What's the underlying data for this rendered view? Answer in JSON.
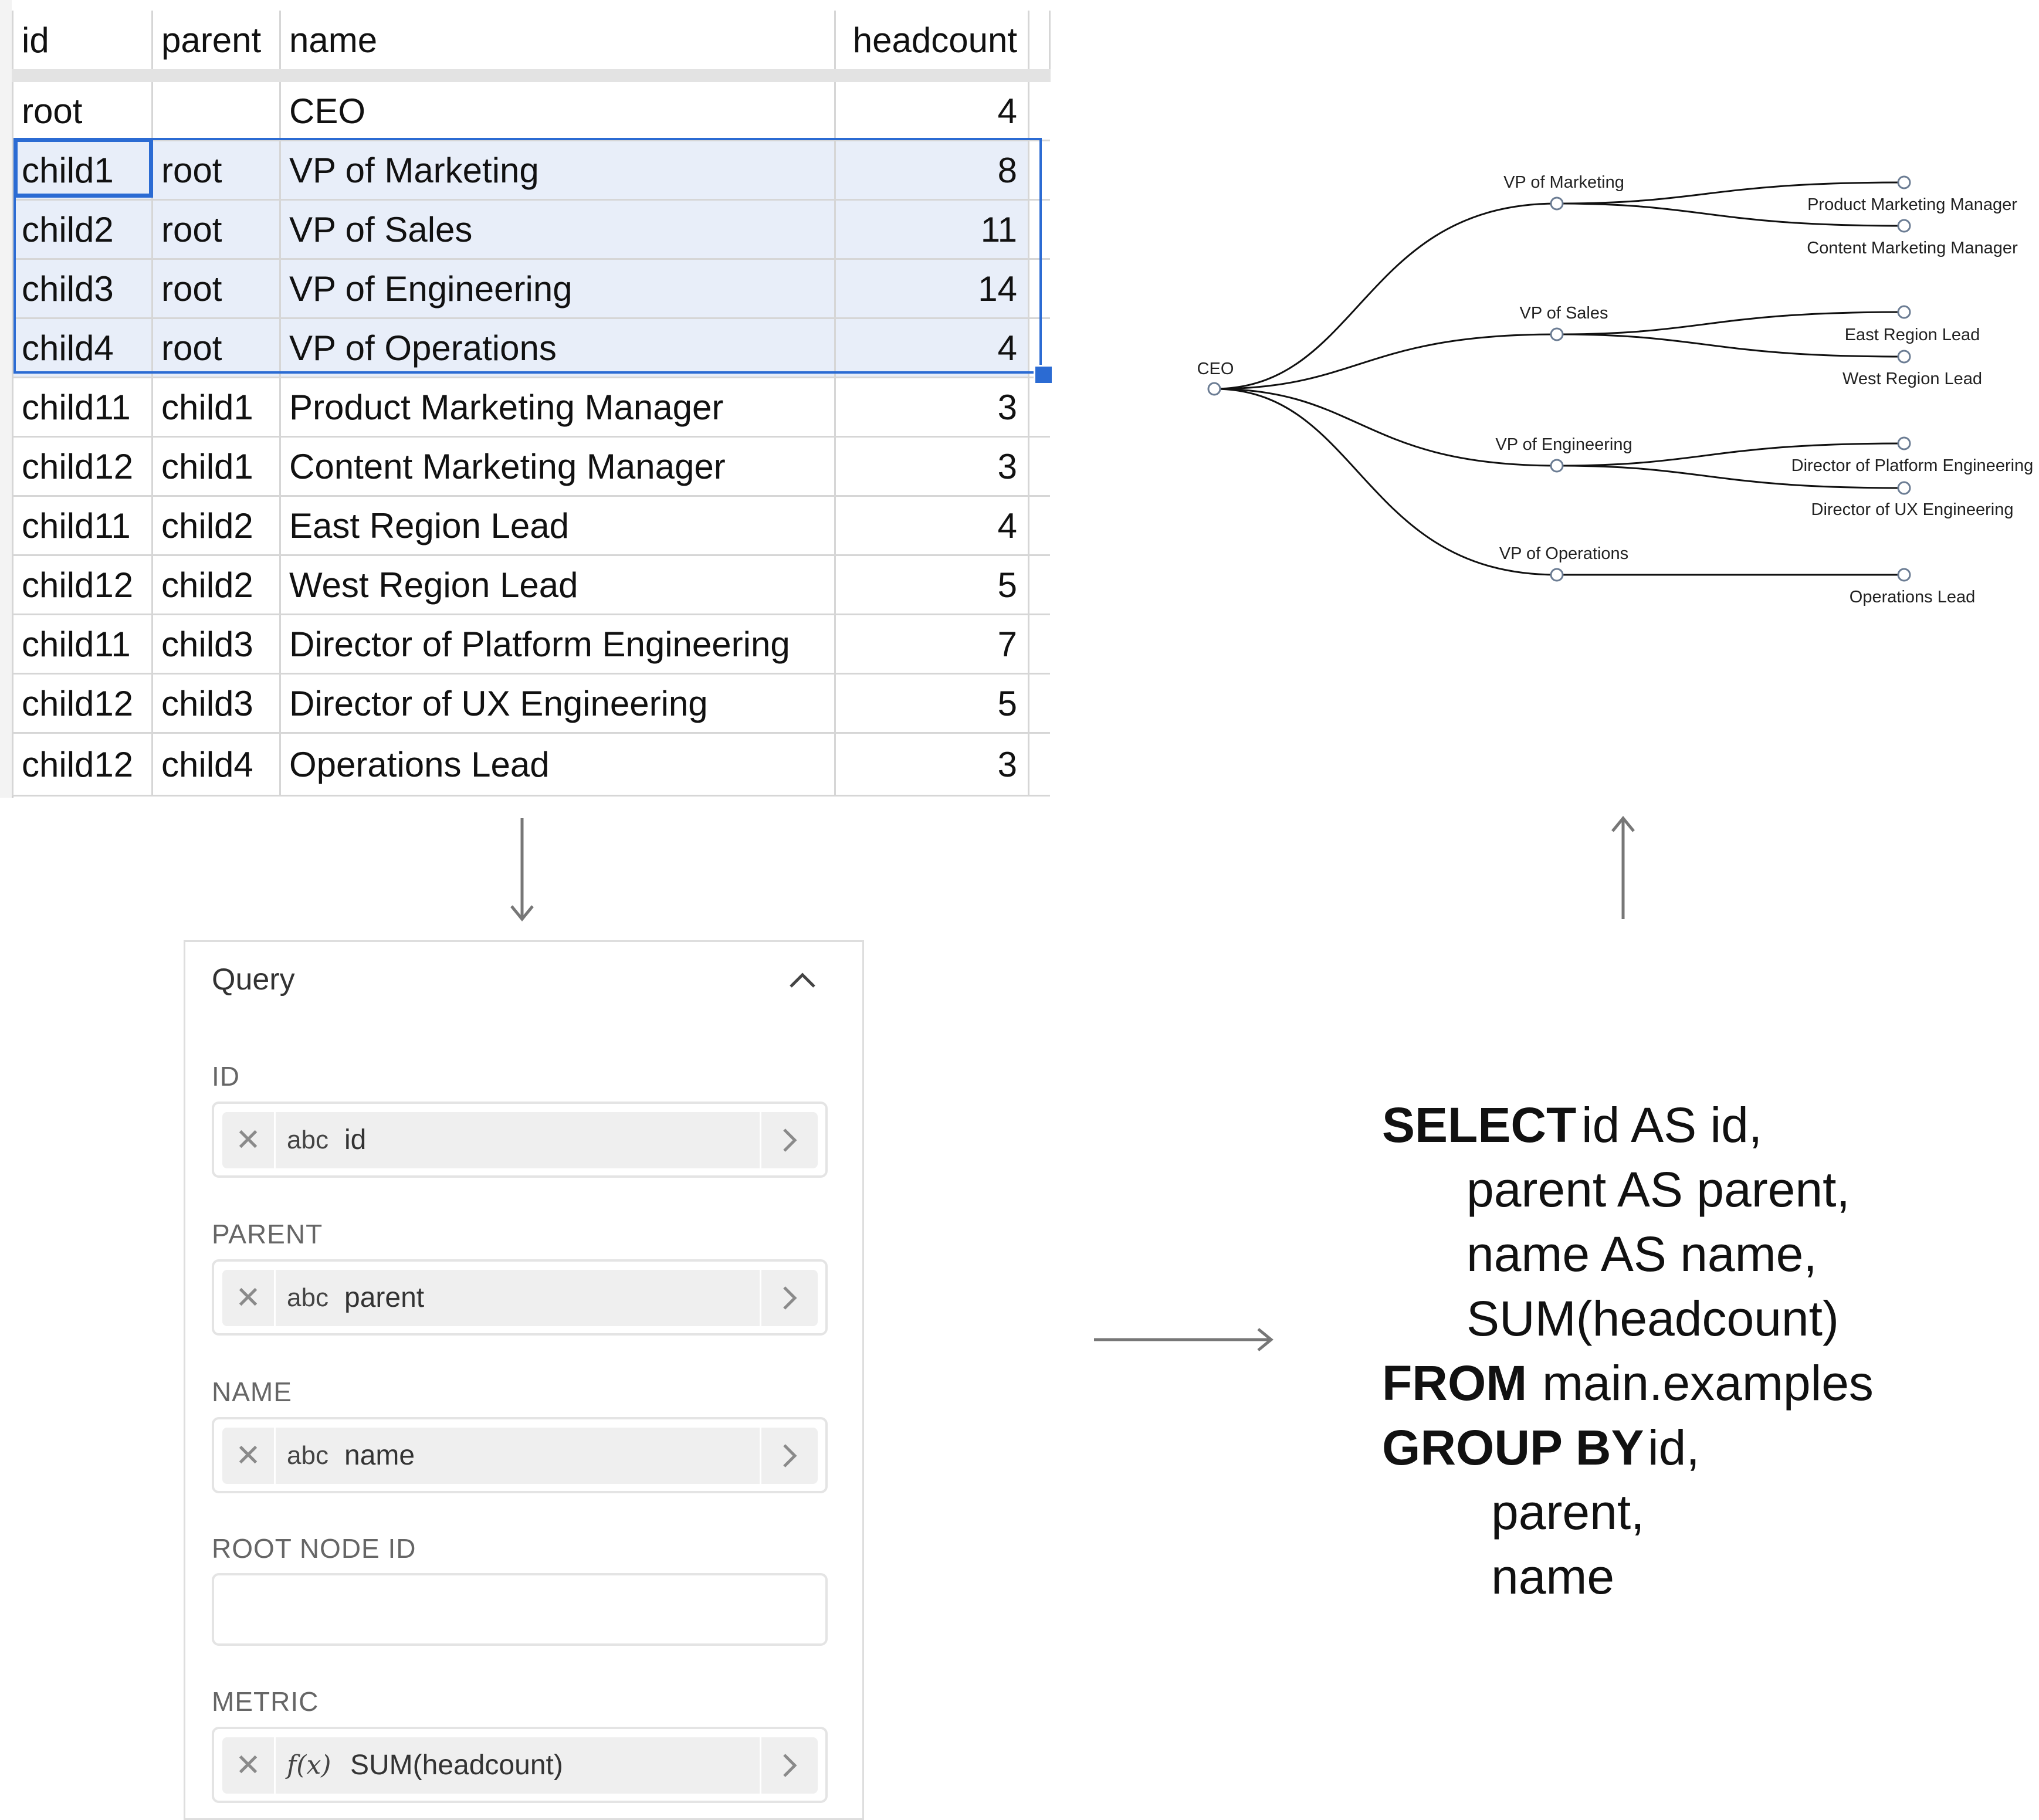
{
  "sheet": {
    "columns": [
      "id",
      "parent",
      "name",
      "headcount"
    ],
    "rows": [
      {
        "id": "root",
        "parent": "",
        "name": "CEO",
        "headcount": "4"
      },
      {
        "id": "child1",
        "parent": "root",
        "name": "VP of Marketing",
        "headcount": "8"
      },
      {
        "id": "child2",
        "parent": "root",
        "name": "VP of Sales",
        "headcount": "11"
      },
      {
        "id": "child3",
        "parent": "root",
        "name": "VP of Engineering",
        "headcount": "14"
      },
      {
        "id": "child4",
        "parent": "root",
        "name": "VP of Operations",
        "headcount": "4"
      },
      {
        "id": "child11",
        "parent": "child1",
        "name": "Product Marketing Manager",
        "headcount": "3"
      },
      {
        "id": "child12",
        "parent": "child1",
        "name": "Content Marketing Manager",
        "headcount": "3"
      },
      {
        "id": "child11",
        "parent": "child2",
        "name": "East Region Lead",
        "headcount": "4"
      },
      {
        "id": "child12",
        "parent": "child2",
        "name": "West Region Lead",
        "headcount": "5"
      },
      {
        "id": "child11",
        "parent": "child3",
        "name": "Director of Platform Engineering",
        "headcount": "7"
      },
      {
        "id": "child12",
        "parent": "child3",
        "name": "Director of UX Engineering",
        "headcount": "5"
      },
      {
        "id": "child12",
        "parent": "child4",
        "name": "Operations Lead",
        "headcount": "3"
      }
    ],
    "selection_color": "#2b6bd3"
  },
  "query": {
    "title": "Query",
    "id_label": "ID",
    "id_type": "abc",
    "id_value": "id",
    "parent_label": "PARENT",
    "parent_type": "abc",
    "parent_value": "parent",
    "name_label": "NAME",
    "name_type": "abc",
    "name_value": "name",
    "root_label": "ROOT NODE ID",
    "root_value": "",
    "metric_label": "METRIC",
    "metric_type": "f(x)",
    "metric_value": "SUM(headcount)"
  },
  "sql": {
    "select_kw": "SELECT",
    "select_1": "id AS id,",
    "select_2": "parent AS parent,",
    "select_3": "name AS name,",
    "select_4": "SUM(headcount)",
    "from_kw": "FROM",
    "from_value": "main.examples",
    "group_kw": "GROUP BY",
    "group_1": "id,",
    "group_2": "parent,",
    "group_3": "name"
  },
  "tree": {
    "root": "CEO",
    "vps": [
      "VP of Marketing",
      "VP of Sales",
      "VP of Engineering",
      "VP of Operations"
    ],
    "leaves": [
      "Product Marketing Manager",
      "Content Marketing Manager",
      "East Region Lead",
      "West Region Lead",
      "Director of Platform Engineering",
      "Director of UX Engineering",
      "Operations Lead"
    ]
  }
}
